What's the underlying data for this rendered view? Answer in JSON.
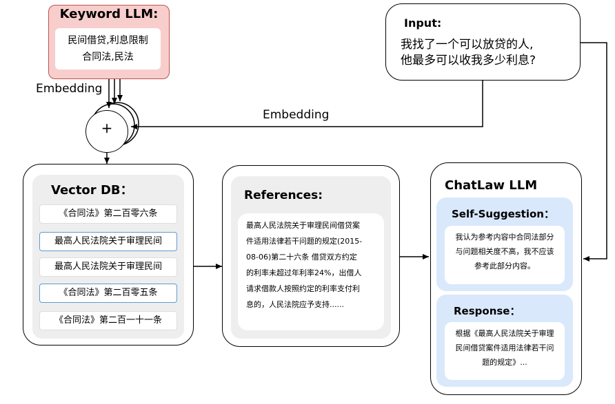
{
  "keyword_llm": {
    "title": "Keyword LLM:",
    "line1": "民间借贷,利息限制",
    "line2": "合同法,民法"
  },
  "input": {
    "title": "Input:",
    "line1": "我找了一个可以放贷的人,",
    "line2": "他最多可以收我多少利息?"
  },
  "embedding_left": "Embedding",
  "embedding_right": "Embedding",
  "plus": "+",
  "vector_db": {
    "title": "Vector DB：",
    "items": [
      "《合同法》第二百零六条",
      "最高人民法院关于审理民间",
      "最高人民法院关于审理民间",
      "《合同法》第二百零五条",
      "《合同法》第二百一十一条"
    ]
  },
  "references": {
    "title": "References:",
    "lines": [
      "最高人民法院关于审理民间借贷案",
      "件适用法律若干问题的规定(2015-",
      "08-06)第二十六条 借贷双方约定",
      "的利率未超过年利率24%，出借人",
      "请求借款人按照约定的利率支付利",
      "息的，人民法院应予支持......"
    ]
  },
  "chatlaw": {
    "title": "ChatLaw LLM",
    "self_suggestion": {
      "title": "Self-Suggestion：",
      "lines": [
        "我认为参考内容中合同法部分",
        "与问题相关度不高，我不应该",
        "参考此部分内容。"
      ]
    },
    "response": {
      "title": "Response：",
      "lines": [
        "根据《最高人民法院关于审理",
        "民间借贷案件适用法律若干问",
        "题的规定》..."
      ]
    }
  },
  "colors": {
    "keyword_fill": "#f8cecc",
    "keyword_border": "#b85450",
    "panel_grey": "#eeeeee",
    "chatlaw_blue": "#dae8fc",
    "selected_item_border": "#5b9bd5"
  }
}
